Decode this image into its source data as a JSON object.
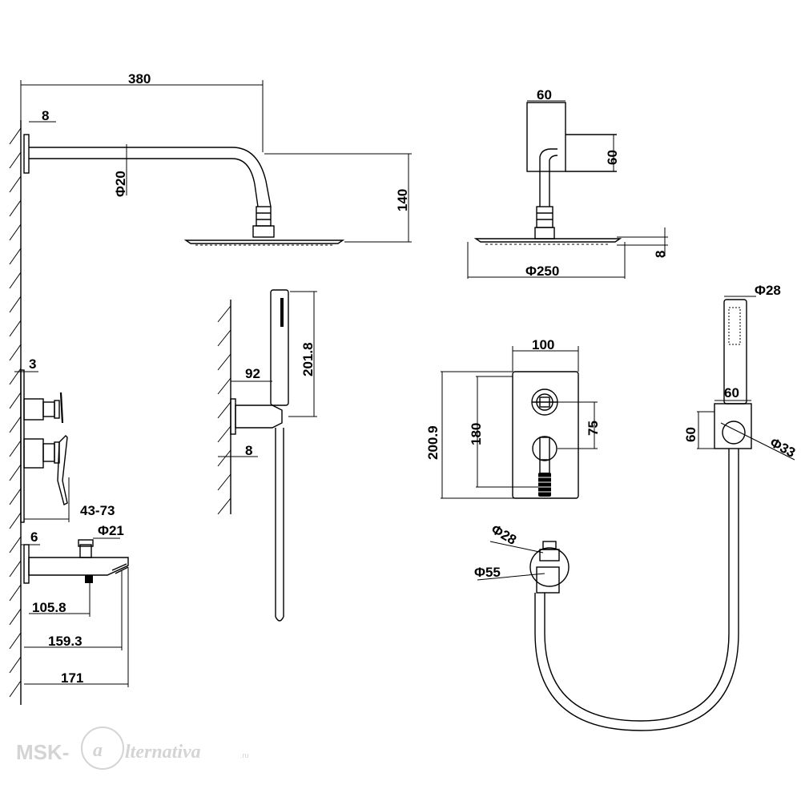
{
  "dimensions": {
    "arm_length": "380",
    "wall_flange": "8",
    "arm_diameter": "Φ20",
    "drop_height": "140",
    "block_width": "60",
    "block_height": "60",
    "head_thickness": "8",
    "head_diameter": "Φ250",
    "mixer_flange": "3",
    "mixer_depth": "43-73",
    "holder_offset": "92",
    "handset_length": "201.8",
    "holder_flange": "8",
    "spout_flange": "6",
    "spout_diameter": "Φ21",
    "spout_len_1": "105.8",
    "spout_len_2": "159.3",
    "spout_len_3": "171",
    "plate_width": "100",
    "plate_height_outer": "200.9",
    "plate_height_inner": "180",
    "valve_spacing": "75",
    "handset_diameter": "Φ28",
    "bracket_width": "60",
    "bracket_height": "60",
    "bracket_diameter": "Φ33",
    "outlet_diameter": "Φ28",
    "outlet_flange_diameter": "Φ55"
  },
  "watermark": {
    "brand": "MSK-",
    "script": "lternativa",
    "domain": ".ru",
    "emblem": "a"
  }
}
